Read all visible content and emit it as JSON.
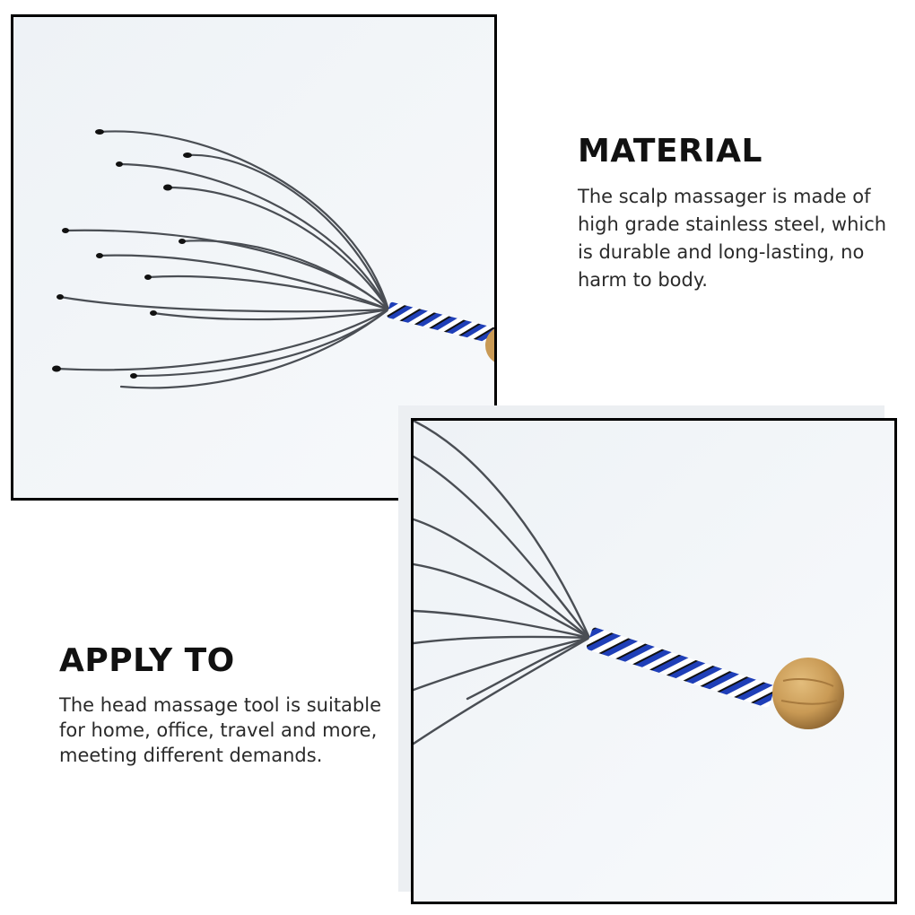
{
  "material": {
    "heading": "MATERIAL",
    "body": "The scalp massager is made of high grade stainless steel, which is durable and long-lasting, no harm to body."
  },
  "apply_to": {
    "heading": "APPLY TO",
    "body": "The head massage tool is suitable for home, office, travel and more, meeting different demands."
  },
  "colors": {
    "frame_border": "#000000",
    "photo_background": "#f2f5f9",
    "wire": "#4a4e54",
    "handle_blue": "#1f3fb8",
    "handle_white": "#ffffff",
    "wood_ball": "#c99a55"
  }
}
